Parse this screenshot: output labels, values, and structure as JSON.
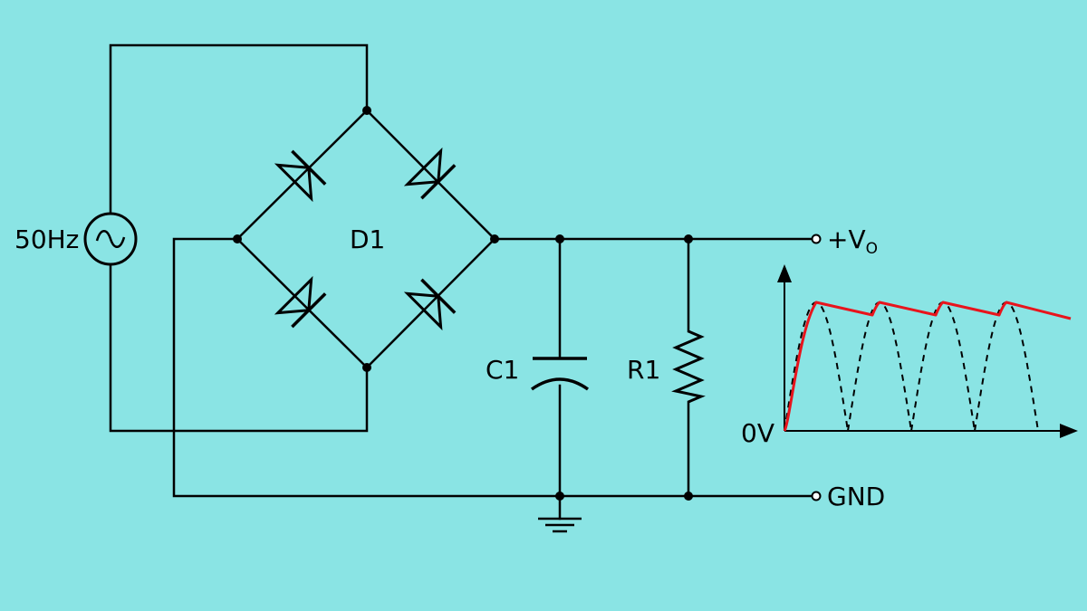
{
  "colors": {
    "background": "#8ae4e4",
    "wire": "#000000",
    "output_trace": "#e8141c",
    "rectified_trace": "#000000"
  },
  "source": {
    "label": "50Hz",
    "icon": "ac-source-icon"
  },
  "bridge": {
    "label": "D1"
  },
  "capacitor": {
    "label": "C1"
  },
  "resistor": {
    "label": "R1"
  },
  "terminals": {
    "positive": {
      "prefix": "+V",
      "subscript": "O"
    },
    "ground": {
      "label": "GND"
    }
  },
  "ground_symbol": {
    "icon": "ground-icon"
  },
  "waveform": {
    "zero_label": "0V",
    "series": [
      {
        "style": "solid",
        "color": "#e8141c",
        "description": "smoothed output"
      },
      {
        "style": "dashed",
        "color": "#000000",
        "description": "full-wave rectified"
      }
    ]
  }
}
